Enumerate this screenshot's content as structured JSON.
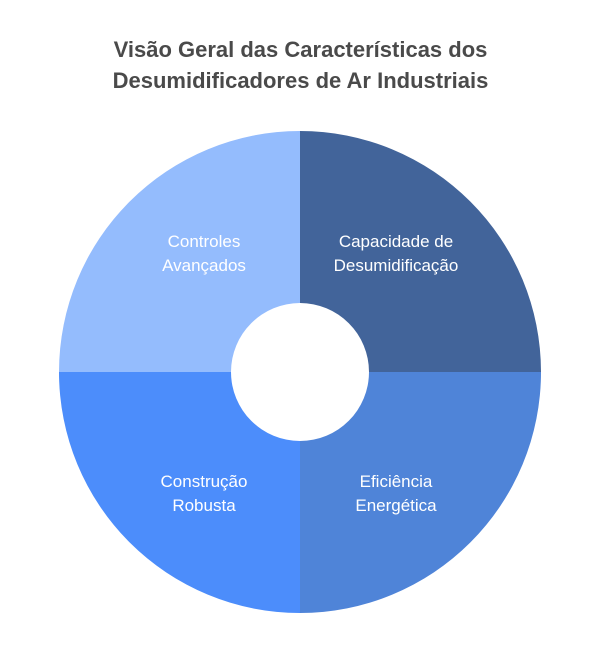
{
  "title": {
    "line1": "Visão Geral das Características dos",
    "line2": "Desumidificadores de Ar Industriais"
  },
  "segments": [
    {
      "line1": "Capacidade de",
      "line2": "Desumidificação",
      "color": "#42649a"
    },
    {
      "line1": "Eficiência",
      "line2": "Energética",
      "color": "#4f84d8"
    },
    {
      "line1": "Construção",
      "line2": "Robusta",
      "color": "#4c8dfb"
    },
    {
      "line1": "Controles",
      "line2": "Avançados",
      "color": "#94bcfd"
    }
  ]
}
